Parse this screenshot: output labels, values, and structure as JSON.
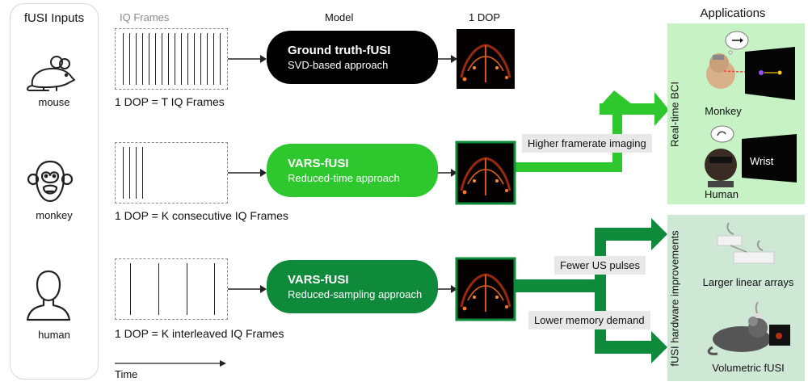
{
  "inputs": {
    "title": "fUSI Inputs",
    "species": [
      {
        "label": "mouse",
        "icon": "mouse-icon"
      },
      {
        "label": "monkey",
        "icon": "monkey-icon"
      },
      {
        "label": "human",
        "icon": "human-icon"
      }
    ]
  },
  "headers": {
    "iq_frames": "IQ Frames",
    "model": "Model",
    "dop": "1 DOP",
    "applications": "Applications"
  },
  "rows": [
    {
      "caption": "1 DOP = T IQ Frames",
      "model_title": "Ground truth-fUSI",
      "model_subtitle": "SVD-based approach",
      "color": "#000000",
      "frames": 16
    },
    {
      "caption": "1 DOP = K consecutive IQ Frames",
      "model_title": "VARS-fUSI",
      "model_subtitle": "Reduced-time approach",
      "color": "#2ec82e",
      "frames": 4
    },
    {
      "caption": "1 DOP = K interleaved IQ Frames",
      "model_title": "VARS-fUSI",
      "model_subtitle": "Reduced-sampling approach",
      "color": "#0f8a3a",
      "frames": 4
    }
  ],
  "callouts": {
    "framerate": "Higher framerate imaging",
    "pulses": "Fewer US pulses",
    "memory": "Lower memory demand"
  },
  "time_label": "Time",
  "applications": {
    "bci": {
      "title": "Real-time BCI",
      "monkey": "Monkey",
      "human": "Human",
      "wrist": "Wrist",
      "color": "#c6f2c6"
    },
    "hardware": {
      "title": "fUSI hardware improvements",
      "arrays": "Larger linear arrays",
      "volumetric": "Volumetric fUSI",
      "color": "#cfe8d6"
    }
  }
}
